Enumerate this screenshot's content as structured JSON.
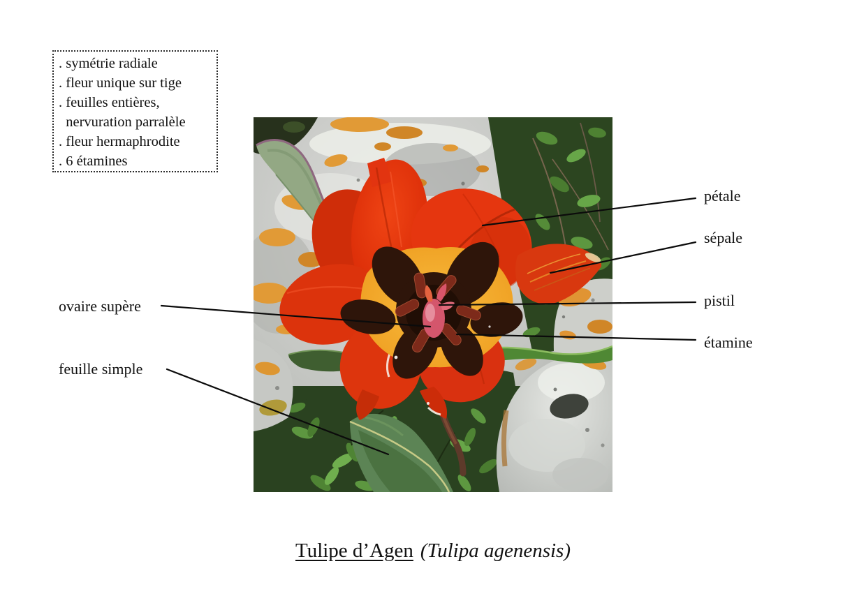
{
  "characteristics": {
    "lines": [
      ". symétrie radiale",
      ". fleur unique sur tige",
      ". feuilles entières,",
      "  nervuration parralèle",
      ". fleur hermaphrodite",
      ". 6 étamines"
    ]
  },
  "labels": {
    "petale": "pétale",
    "sepale": "sépale",
    "pistil": "pistil",
    "etamine": "étamine",
    "ovaire_supere": "ovaire supère",
    "feuille_simple": "feuille simple"
  },
  "title": {
    "common_name": "Tulipe d’Agen",
    "latin_name": "(Tulipa agenensis)"
  },
  "photo": {
    "subject": "Tulipa agenensis flower open among limestone rocks with orange lichen and green plants",
    "colors": {
      "petal_red": "#dd330c",
      "center_dark": "#2e150a",
      "center_yellow": "#f2a92e",
      "lichen_orange": "#e19a36",
      "rock_grey": "#c3c5c1",
      "leaf_green": "#4f8834",
      "pistil_pink": "#d4566c"
    }
  }
}
